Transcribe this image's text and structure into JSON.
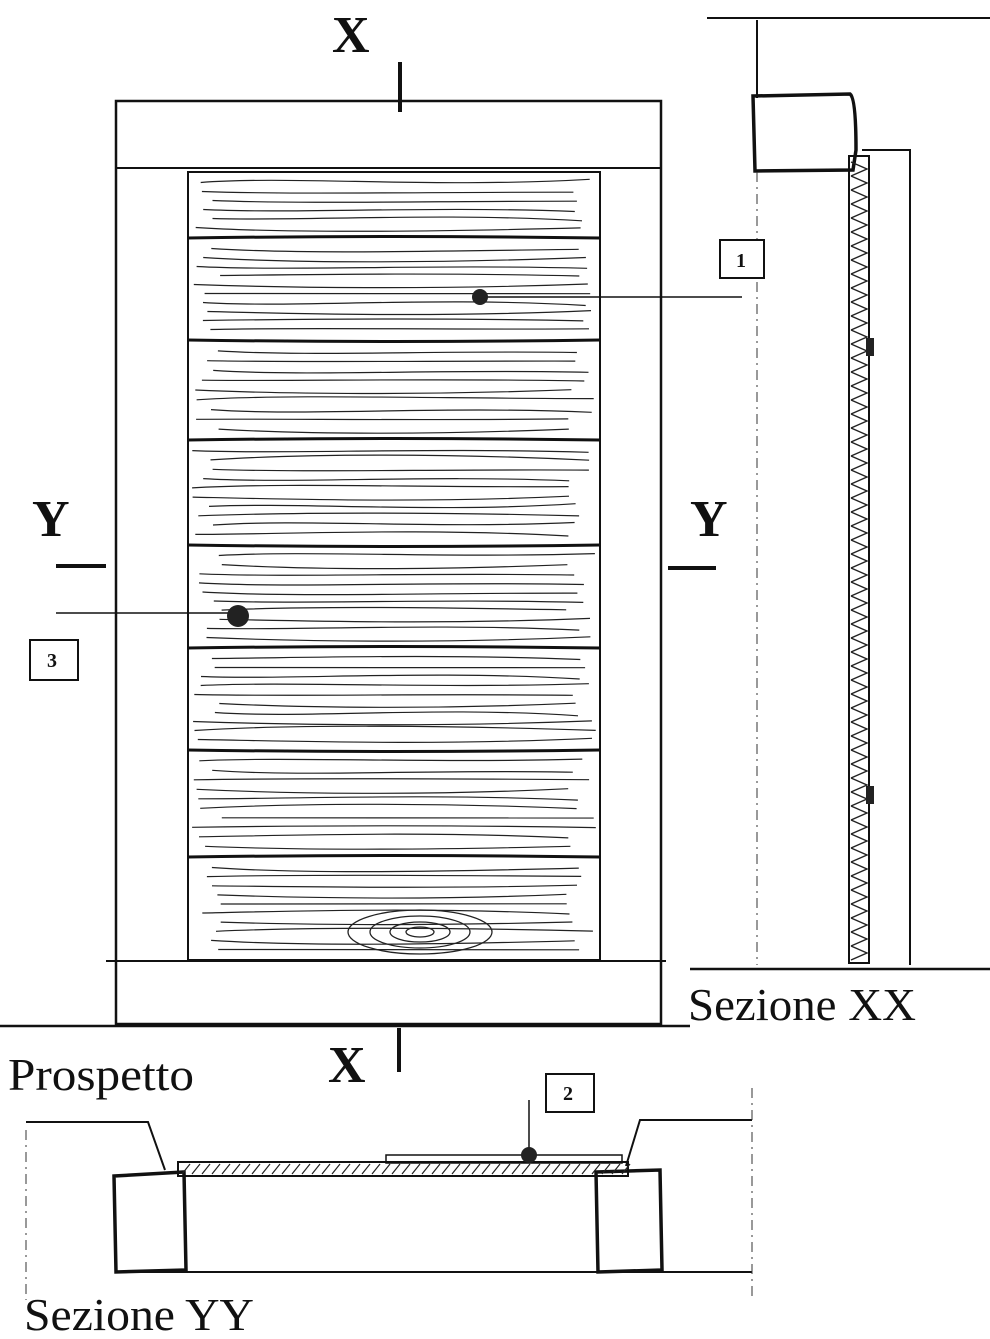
{
  "section_marks": {
    "x_top": "X",
    "x_bottom": "X",
    "y_left": "Y",
    "y_right": "Y"
  },
  "captions": {
    "elevation": "Prospetto",
    "section_xx": "Sezione XX",
    "section_yy": "Sezione YY"
  },
  "callouts": [
    {
      "number": "1"
    },
    {
      "number": "2"
    },
    {
      "number": "3"
    }
  ],
  "elevation": {
    "plank_count": 8
  }
}
